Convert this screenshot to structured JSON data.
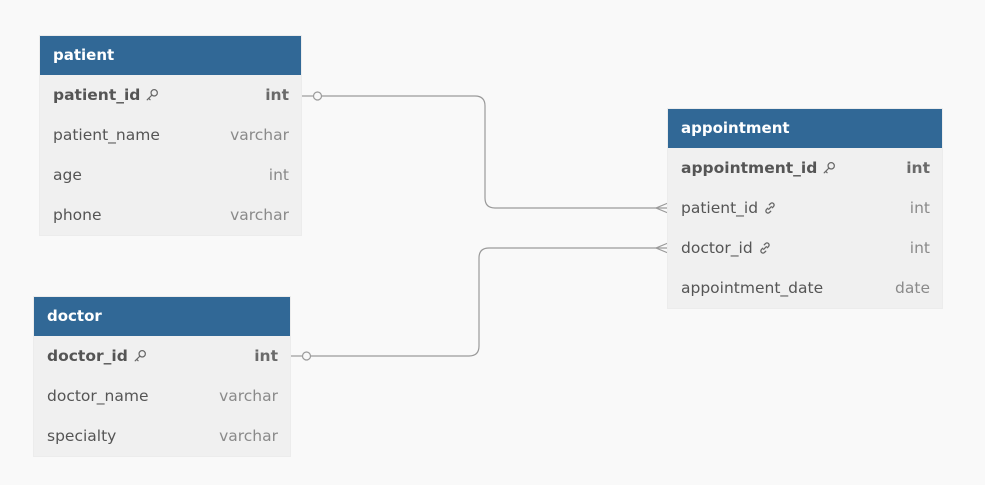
{
  "tables": {
    "patient": {
      "title": "patient",
      "columns": [
        {
          "name": "patient_id",
          "type": "int",
          "key": "primary",
          "icon": "key-icon"
        },
        {
          "name": "patient_name",
          "type": "varchar"
        },
        {
          "name": "age",
          "type": "int"
        },
        {
          "name": "phone",
          "type": "varchar"
        }
      ]
    },
    "doctor": {
      "title": "doctor",
      "columns": [
        {
          "name": "doctor_id",
          "type": "int",
          "key": "primary",
          "icon": "key-icon"
        },
        {
          "name": "doctor_name",
          "type": "varchar"
        },
        {
          "name": "specialty",
          "type": "varchar"
        }
      ]
    },
    "appointment": {
      "title": "appointment",
      "columns": [
        {
          "name": "appointment_id",
          "type": "int",
          "key": "primary",
          "icon": "key-icon"
        },
        {
          "name": "patient_id",
          "type": "int",
          "key": "foreign",
          "icon": "link-icon"
        },
        {
          "name": "doctor_id",
          "type": "int",
          "key": "foreign",
          "icon": "link-icon"
        },
        {
          "name": "appointment_date",
          "type": "date"
        }
      ]
    }
  },
  "relationships": [
    {
      "from": "patient.patient_id",
      "to": "appointment.patient_id",
      "cardinality": "one-to-many"
    },
    {
      "from": "doctor.doctor_id",
      "to": "appointment.doctor_id",
      "cardinality": "one-to-many"
    }
  ],
  "colors": {
    "header": "#316896",
    "header_text": "#ffffff",
    "body": "#f0f0f0",
    "canvas": "#f9f9f9",
    "connector": "#9a9a9a"
  }
}
